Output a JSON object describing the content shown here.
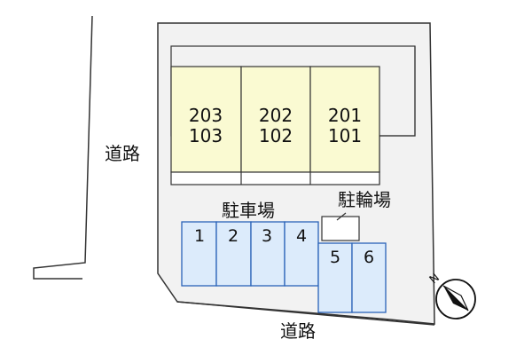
{
  "labels": {
    "road_left": "道路",
    "road_bottom": "道路",
    "car_parking": "駐車場",
    "bicycle_parking": "駐輪場",
    "compass_north": "N"
  },
  "building": {
    "units": [
      {
        "upper": "203",
        "lower": "103"
      },
      {
        "upper": "202",
        "lower": "102"
      },
      {
        "upper": "201",
        "lower": "101"
      }
    ]
  },
  "parking_spaces": [
    "1",
    "2",
    "3",
    "4",
    "5",
    "6"
  ],
  "colors": {
    "lot_fill": "#f2f2f2",
    "building_fill": "#fafad2",
    "parking_fill": "#dcebfb",
    "parking_stroke": "#2a63b8",
    "line": "#333333"
  }
}
